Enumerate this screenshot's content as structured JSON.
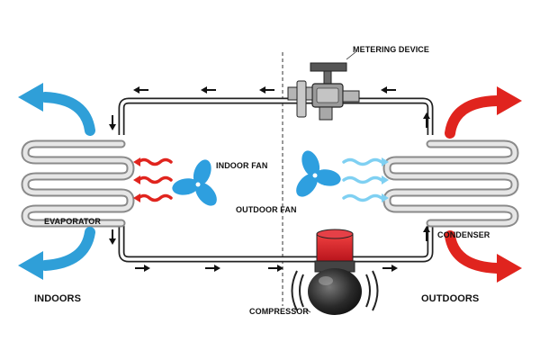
{
  "labels": {
    "metering_device": "METERING DEVICE",
    "indoor_fan": "INDOOR FAN",
    "outdoor_fan": "OUTDOOR FAN",
    "evaporator": "EVAPORATOR",
    "condenser": "CONDENSER",
    "compressor": "COMPRESSOR",
    "indoors": "INDOORS",
    "outdoors": "OUTDOORS"
  },
  "colors": {
    "cool_air": "#2f9fd8",
    "warm_air": "#e0241e",
    "fan_blade": "#2e9fdf",
    "pipe": "#222222",
    "coil": "#c9c9c9",
    "compressor_top": "#d81f26",
    "compressor_body": "#333333"
  },
  "icons": [
    "curved-arrow-icon",
    "fan-icon",
    "wavy-airflow-icon",
    "flow-arrow-icon",
    "expansion-valve-icon",
    "compressor-icon",
    "coil-icon"
  ]
}
